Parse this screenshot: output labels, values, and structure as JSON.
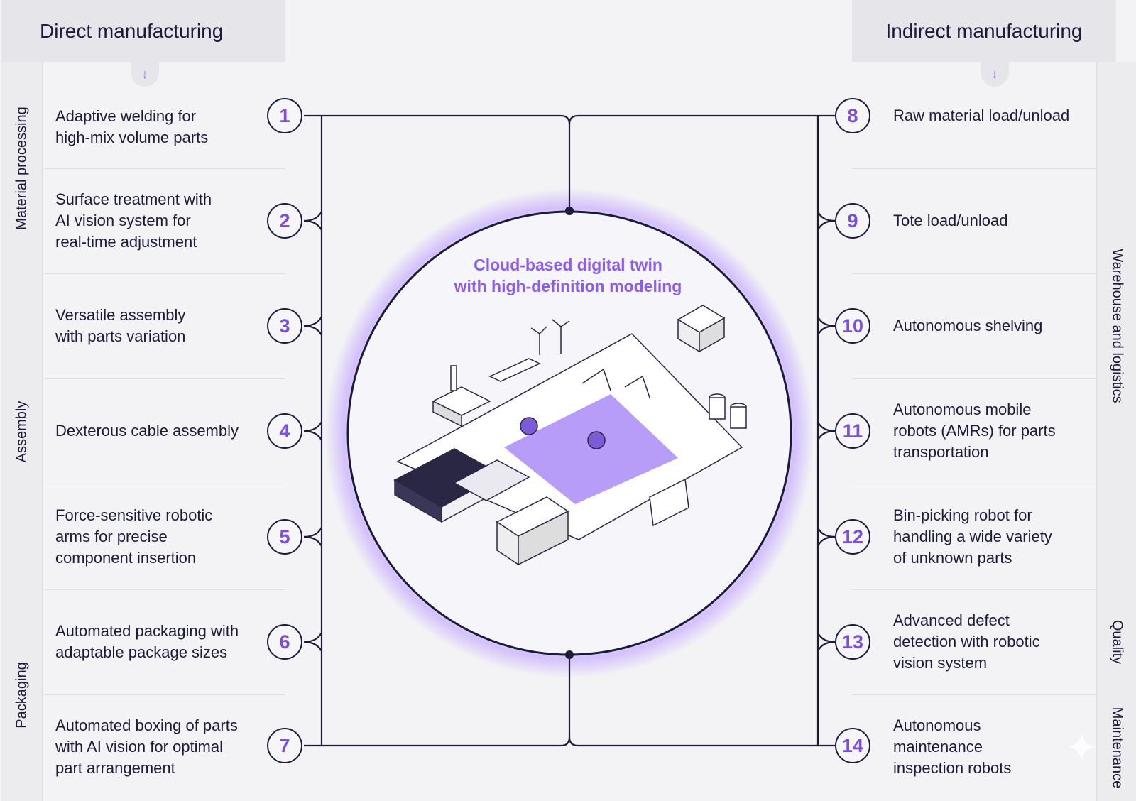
{
  "headers": {
    "left": "Direct manufacturing",
    "right": "Indirect manufacturing",
    "arrow_icon": "↓"
  },
  "categories_left": [
    {
      "label": "Material processing"
    },
    {
      "label": "Assembly"
    },
    {
      "label": "Packaging"
    }
  ],
  "categories_right": [
    {
      "label": "Warehouse and logistics"
    },
    {
      "label": "Quality"
    },
    {
      "label": "Maintenance"
    }
  ],
  "items_left": [
    {
      "number": "1",
      "text": "Adaptive welding for\nhigh-mix volume parts"
    },
    {
      "number": "2",
      "text": "Surface treatment with\nAI vision system for\nreal-time adjustment"
    },
    {
      "number": "3",
      "text": "Versatile assembly\nwith parts variation"
    },
    {
      "number": "4",
      "text": "Dexterous cable assembly"
    },
    {
      "number": "5",
      "text": "Force-sensitive robotic\narms for precise\ncomponent insertion"
    },
    {
      "number": "6",
      "text": "Automated packaging with\nadaptable package sizes"
    },
    {
      "number": "7",
      "text": "Automated boxing of parts\nwith AI vision for optimal\npart arrangement"
    }
  ],
  "items_right": [
    {
      "number": "8",
      "text": "Raw material load/unload"
    },
    {
      "number": "9",
      "text": "Tote load/unload"
    },
    {
      "number": "10",
      "text": "Autonomous shelving"
    },
    {
      "number": "11",
      "text": "Autonomous mobile\nrobots (AMRs) for parts\ntransportation"
    },
    {
      "number": "12",
      "text": "Bin-picking robot for\nhandling a wide variety\nof unknown parts"
    },
    {
      "number": "13",
      "text": "Advanced defect\ndetection with robotic\nvision system"
    },
    {
      "number": "14",
      "text": "Autonomous\nmaintenance\ninspection robots"
    }
  ],
  "center": {
    "title": "Cloud-based digital twin\nwith high-definition modeling"
  },
  "colors": {
    "accent": "#8a5cf2",
    "ink": "#1d1b3a",
    "background": "#f3f3f5",
    "panel": "#e6e6ea"
  }
}
